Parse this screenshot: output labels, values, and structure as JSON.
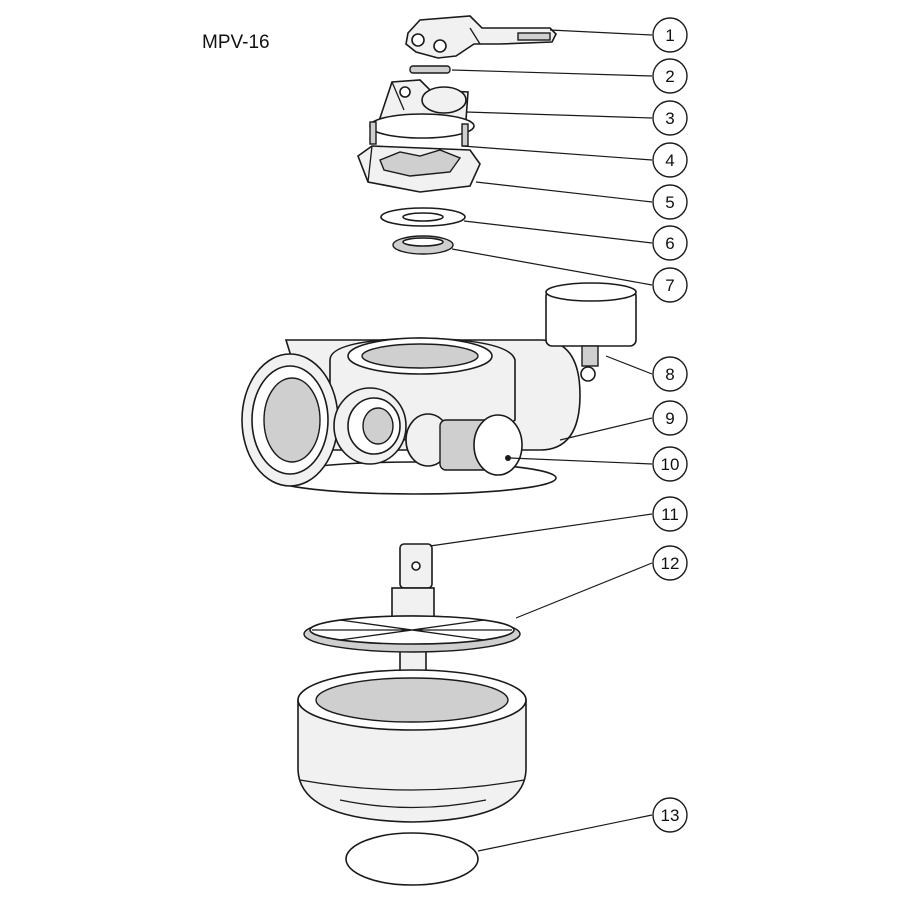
{
  "title": "MPV-16",
  "callouts": [
    {
      "label": "1"
    },
    {
      "label": "2"
    },
    {
      "label": "3"
    },
    {
      "label": "4"
    },
    {
      "label": "5"
    },
    {
      "label": "6"
    },
    {
      "label": "7"
    },
    {
      "label": "8"
    },
    {
      "label": "9"
    },
    {
      "label": "10"
    },
    {
      "label": "11"
    },
    {
      "label": "12"
    },
    {
      "label": "13"
    }
  ]
}
